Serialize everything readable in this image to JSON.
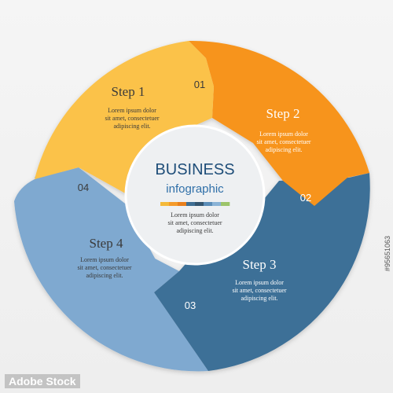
{
  "center": {
    "title": "BUSINESS",
    "subtitle": "infographic",
    "text_lines": [
      "Lorem ipsum dolor",
      "sit amet, consectetuer",
      "adipiscing elit."
    ],
    "palette": [
      "#f4b93a",
      "#f49a2a",
      "#e97f1c",
      "#3f6e93",
      "#34556f",
      "#5b8db8",
      "#8ab3d6",
      "#9cc46a"
    ]
  },
  "steps": [
    {
      "title": "Step 1",
      "number": "01",
      "color": "#fbc24a",
      "text_lines": [
        "Lorem ipsum dolor",
        "sit amet, consectetuer",
        "adipiscing elit."
      ]
    },
    {
      "title": "Step 2",
      "number": "02",
      "color": "#f7941d",
      "text_lines": [
        "Lorem ipsum dolor",
        "sit amet, consectetuer",
        "adipiscing elit."
      ]
    },
    {
      "title": "Step 3",
      "number": "03",
      "color": "#3e6f97",
      "text_lines": [
        "Lorem ipsum dolor",
        "sit amet, consectetuer",
        "adipiscing elit."
      ]
    },
    {
      "title": "Step 4",
      "number": "04",
      "color": "#7fa9d0",
      "text_lines": [
        "Lorem ipsum dolor",
        "sit amet, consectetuer",
        "adipiscing elit."
      ]
    }
  ],
  "colors": {
    "background": "#eeeeee",
    "center_fill": "#eef0f2",
    "center_title": "#1f4e79",
    "center_subtitle": "#2f6fa8",
    "text_dark": "#3a3a3a",
    "text_light": "#ffffff"
  },
  "watermark": {
    "id": "#95651063",
    "brand": "Adobe Stock"
  }
}
